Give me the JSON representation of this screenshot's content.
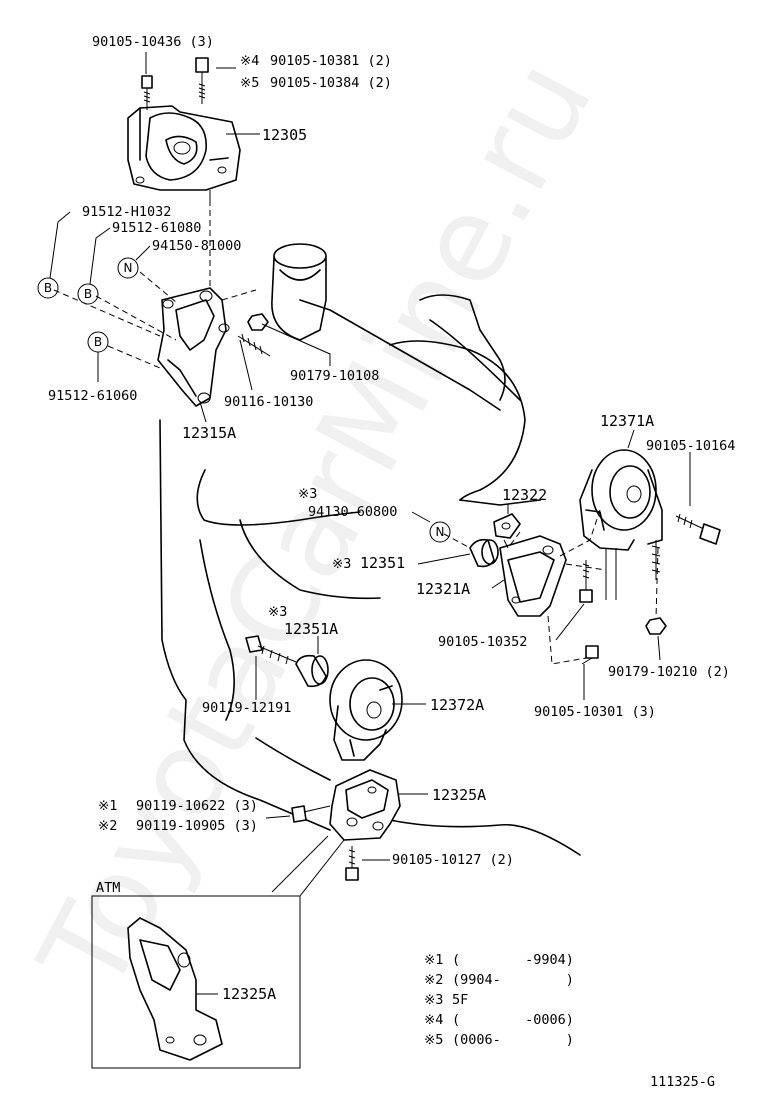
{
  "watermark": "ToyotaCarMine.ru",
  "diagram_id": "111325-G",
  "circle_marks": {
    "b": "B",
    "n": "N"
  },
  "inset": {
    "title": "ATM",
    "part": "12325A"
  },
  "parts": {
    "p1": "90105-10436 (3)",
    "p2a_mark": "※4",
    "p2a": "90105-10381 (2)",
    "p2b_mark": "※5",
    "p2b": "90105-10384 (2)",
    "p3": "12305",
    "p4": "91512-H1032",
    "p5": "91512-61080",
    "p6": "94150-81000",
    "p7": "90179-10108",
    "p8": "90116-10130",
    "p9": "91512-61060",
    "p10": "12315A",
    "p11": "12371A",
    "p12": "90105-10164",
    "p13": "12322",
    "p14_mark": "※3",
    "p14": "94130-60800",
    "p15_mark": "※3",
    "p15": "12351",
    "p16": "12321A",
    "p17_mark": "※3",
    "p17": "12351A",
    "p18": "90105-10352",
    "p19": "90179-10210 (2)",
    "p20": "90119-12191",
    "p21": "12372A",
    "p22": "90105-10301 (3)",
    "p23": "12325A",
    "p24_mark": "※1",
    "p24": "90119-10622 (3)",
    "p25_mark": "※2",
    "p25": "90119-10905 (3)",
    "p26": "90105-10127 (2)"
  },
  "notes": [
    {
      "mark": "※1",
      "text": "(        -9904)"
    },
    {
      "mark": "※2",
      "text": "(9904-        )"
    },
    {
      "mark": "※3",
      "text": "5F"
    },
    {
      "mark": "※4",
      "text": "(        -0006)"
    },
    {
      "mark": "※5",
      "text": "(0006-        )"
    }
  ]
}
